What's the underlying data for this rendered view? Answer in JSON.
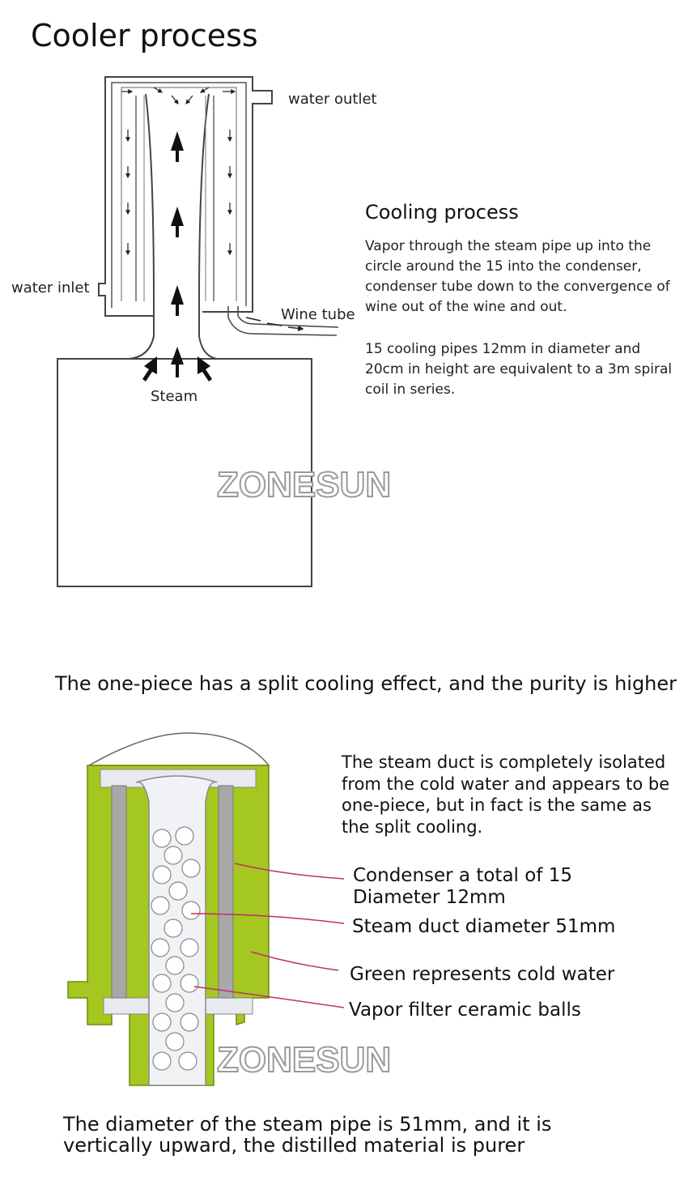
{
  "title": "Cooler process",
  "diagram1": {
    "labels": {
      "water_outlet": "water outlet",
      "water_inlet": "water inlet",
      "wine_tube": "Wine tube",
      "steam": "Steam"
    },
    "heading": "Cooling process",
    "paragraph1": "Vapor through the steam pipe up into the circle around the 15 into the condenser, condenser tube down to the convergence of wine out of the wine and out.",
    "paragraph2": "15 cooling pipes 12mm in diameter and 20cm in height are equivalent to a 3m spiral coil in series.",
    "watermark": "ZONESUN"
  },
  "middle_headline": "The one-piece has a split cooling effect, and the purity is higher",
  "diagram2": {
    "description": "The steam duct is completely isolated from the cold water and appears to be one-piece, but in fact is the same as the split cooling.",
    "callouts": {
      "condenser_line1": "Condenser a total of 15",
      "condenser_line2": "Diameter 12mm",
      "steam_duct": "Steam duct diameter 51mm",
      "green": "Green represents cold water",
      "vapor_filter": "Vapor filter ceramic balls"
    },
    "watermark": "ZONESUN",
    "colors": {
      "cold_water": "#a4c820",
      "callout_line": "#c0306a",
      "pipe": "#a8a8a8"
    }
  },
  "bottom_text": "The diameter of the steam pipe is 51mm, and it is vertically upward, the distilled material is purer"
}
